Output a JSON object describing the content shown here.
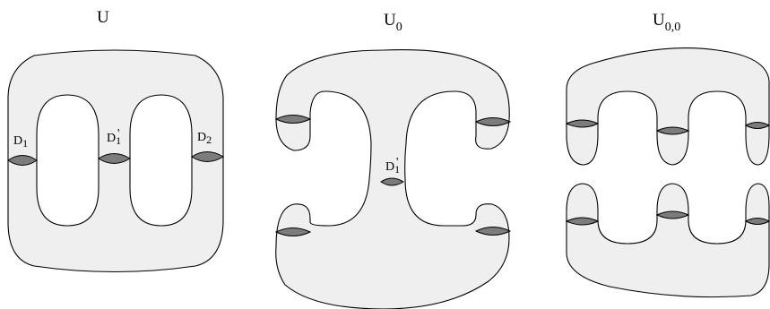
{
  "titles": {
    "u": "U",
    "u0_main": "U",
    "u0_sub": "0",
    "u00_main": "U",
    "u00_sub": "0,0"
  },
  "disk_labels": {
    "d1_main": "D",
    "d1_sub": "1",
    "d1p_main": "D",
    "d1p_sub": "1",
    "d1p_prime": "'",
    "d2_main": "D",
    "d2_sub": "2",
    "u0_d1p_main": "D",
    "u0_d1p_sub": "1",
    "u0_d1p_prime": "'"
  },
  "colors": {
    "surface": "#efefef",
    "disk": "#7c7c7c",
    "outline": "#000000"
  }
}
